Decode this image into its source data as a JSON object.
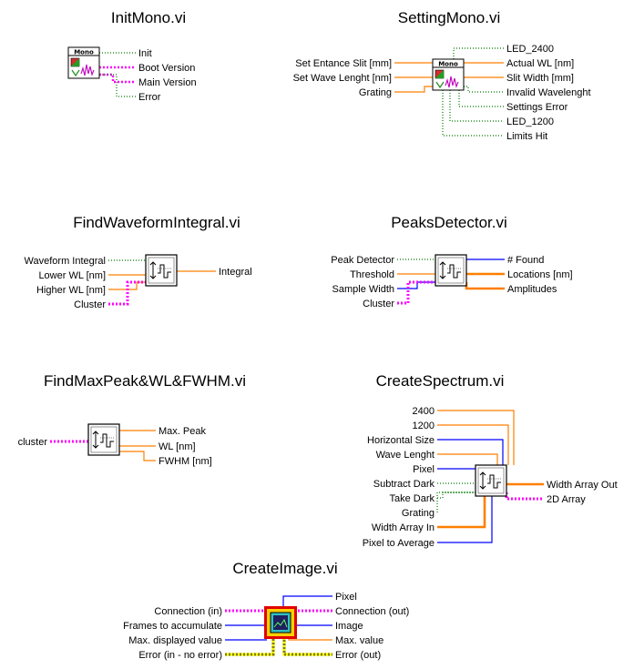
{
  "colors": {
    "numeric": "#ff7f00",
    "numeric_thick": "#ff7f00",
    "integer": "#0000ff",
    "cluster": "#ff00ff",
    "boolean": "#007a00",
    "string": "#ff00ff",
    "error": "#808000",
    "icon_border": "#000000"
  },
  "blocks": [
    {
      "id": "initmono",
      "title": "InitMono.vi",
      "icon": "mono",
      "icon_text": "Mono",
      "inputs": [],
      "outputs": [
        {
          "label": "Init",
          "type": "boolean"
        },
        {
          "label": "Boot Version",
          "type": "string"
        },
        {
          "label": "Main Version",
          "type": "string"
        },
        {
          "label": "Error",
          "type": "boolean"
        }
      ]
    },
    {
      "id": "settingmono",
      "title": "SettingMono.vi",
      "icon": "mono",
      "icon_text": "Mono",
      "inputs": [
        {
          "label": "Set Entance Slit [mm]",
          "type": "numeric"
        },
        {
          "label": "Set Wave Lenght [nm]",
          "type": "numeric"
        },
        {
          "label": "Grating",
          "type": "numeric"
        }
      ],
      "outputs": [
        {
          "label": "LED_2400",
          "type": "boolean"
        },
        {
          "label": "Actual WL [nm]",
          "type": "numeric"
        },
        {
          "label": "Slit Width [mm]",
          "type": "numeric"
        },
        {
          "label": "Invalid Wavelenght",
          "type": "boolean"
        },
        {
          "label": "Settings Error",
          "type": "boolean"
        },
        {
          "label": "LED_1200",
          "type": "boolean"
        },
        {
          "label": "Limits Hit",
          "type": "boolean"
        }
      ]
    },
    {
      "id": "findwaveformintegral",
      "title": "FindWaveformIntegral.vi",
      "icon": "wave",
      "inputs": [
        {
          "label": "Waveform Integral",
          "type": "boolean"
        },
        {
          "label": "Lower WL [nm]",
          "type": "numeric"
        },
        {
          "label": "Higher WL [nm]",
          "type": "numeric"
        },
        {
          "label": "Cluster",
          "type": "cluster"
        }
      ],
      "outputs": [
        {
          "label": "Integral",
          "type": "numeric"
        }
      ]
    },
    {
      "id": "peaksdetector",
      "title": "PeaksDetector.vi",
      "icon": "wave",
      "inputs": [
        {
          "label": "Peak Detector",
          "type": "boolean"
        },
        {
          "label": "Threshold",
          "type": "numeric"
        },
        {
          "label": "Sample Width",
          "type": "integer"
        },
        {
          "label": "Cluster",
          "type": "cluster"
        }
      ],
      "outputs": [
        {
          "label": "# Found",
          "type": "integer"
        },
        {
          "label": "Locations [nm]",
          "type": "numeric_thick"
        },
        {
          "label": "Amplitudes",
          "type": "numeric_thick"
        }
      ]
    },
    {
      "id": "findmaxpeak",
      "title": "FindMaxPeak&WL&FWHM.vi",
      "icon": "wave",
      "inputs": [
        {
          "label": "cluster",
          "type": "cluster"
        }
      ],
      "outputs": [
        {
          "label": "Max. Peak",
          "type": "numeric"
        },
        {
          "label": "WL  [nm]",
          "type": "numeric"
        },
        {
          "label": "FWHM  [nm]",
          "type": "numeric"
        }
      ]
    },
    {
      "id": "createspectrum",
      "title": "CreateSpectrum.vi",
      "icon": "wave",
      "inputs": [
        {
          "label": "2400",
          "type": "numeric"
        },
        {
          "label": "1200",
          "type": "numeric"
        },
        {
          "label": "Horizontal Size",
          "type": "integer"
        },
        {
          "label": "Wave Lenght",
          "type": "numeric"
        },
        {
          "label": "Pixel",
          "type": "integer"
        },
        {
          "label": "Subtract Dark",
          "type": "boolean"
        },
        {
          "label": "Take Dark",
          "type": "boolean"
        },
        {
          "label": "Grating",
          "type": "boolean"
        },
        {
          "label": "Width Array In",
          "type": "numeric_thick"
        },
        {
          "label": "Pixel to Average",
          "type": "integer"
        }
      ],
      "outputs": [
        {
          "label": "Width Array Out",
          "type": "numeric_thick"
        },
        {
          "label": "2D Array",
          "type": "cluster"
        }
      ]
    },
    {
      "id": "createimage",
      "title": "CreateImage.vi",
      "icon": "image",
      "inputs": [
        {
          "label": "Connection (in)",
          "type": "cluster"
        },
        {
          "label": "Frames to accumulate",
          "type": "integer"
        },
        {
          "label": "Max. displayed value",
          "type": "integer"
        },
        {
          "label": "Error (in - no error)",
          "type": "error"
        }
      ],
      "outputs": [
        {
          "label": "Pixel",
          "type": "integer"
        },
        {
          "label": "Connection (out)",
          "type": "cluster"
        },
        {
          "label": "Image",
          "type": "integer"
        },
        {
          "label": "Max. value",
          "type": "numeric"
        },
        {
          "label": "Error (out)",
          "type": "error"
        }
      ]
    }
  ]
}
